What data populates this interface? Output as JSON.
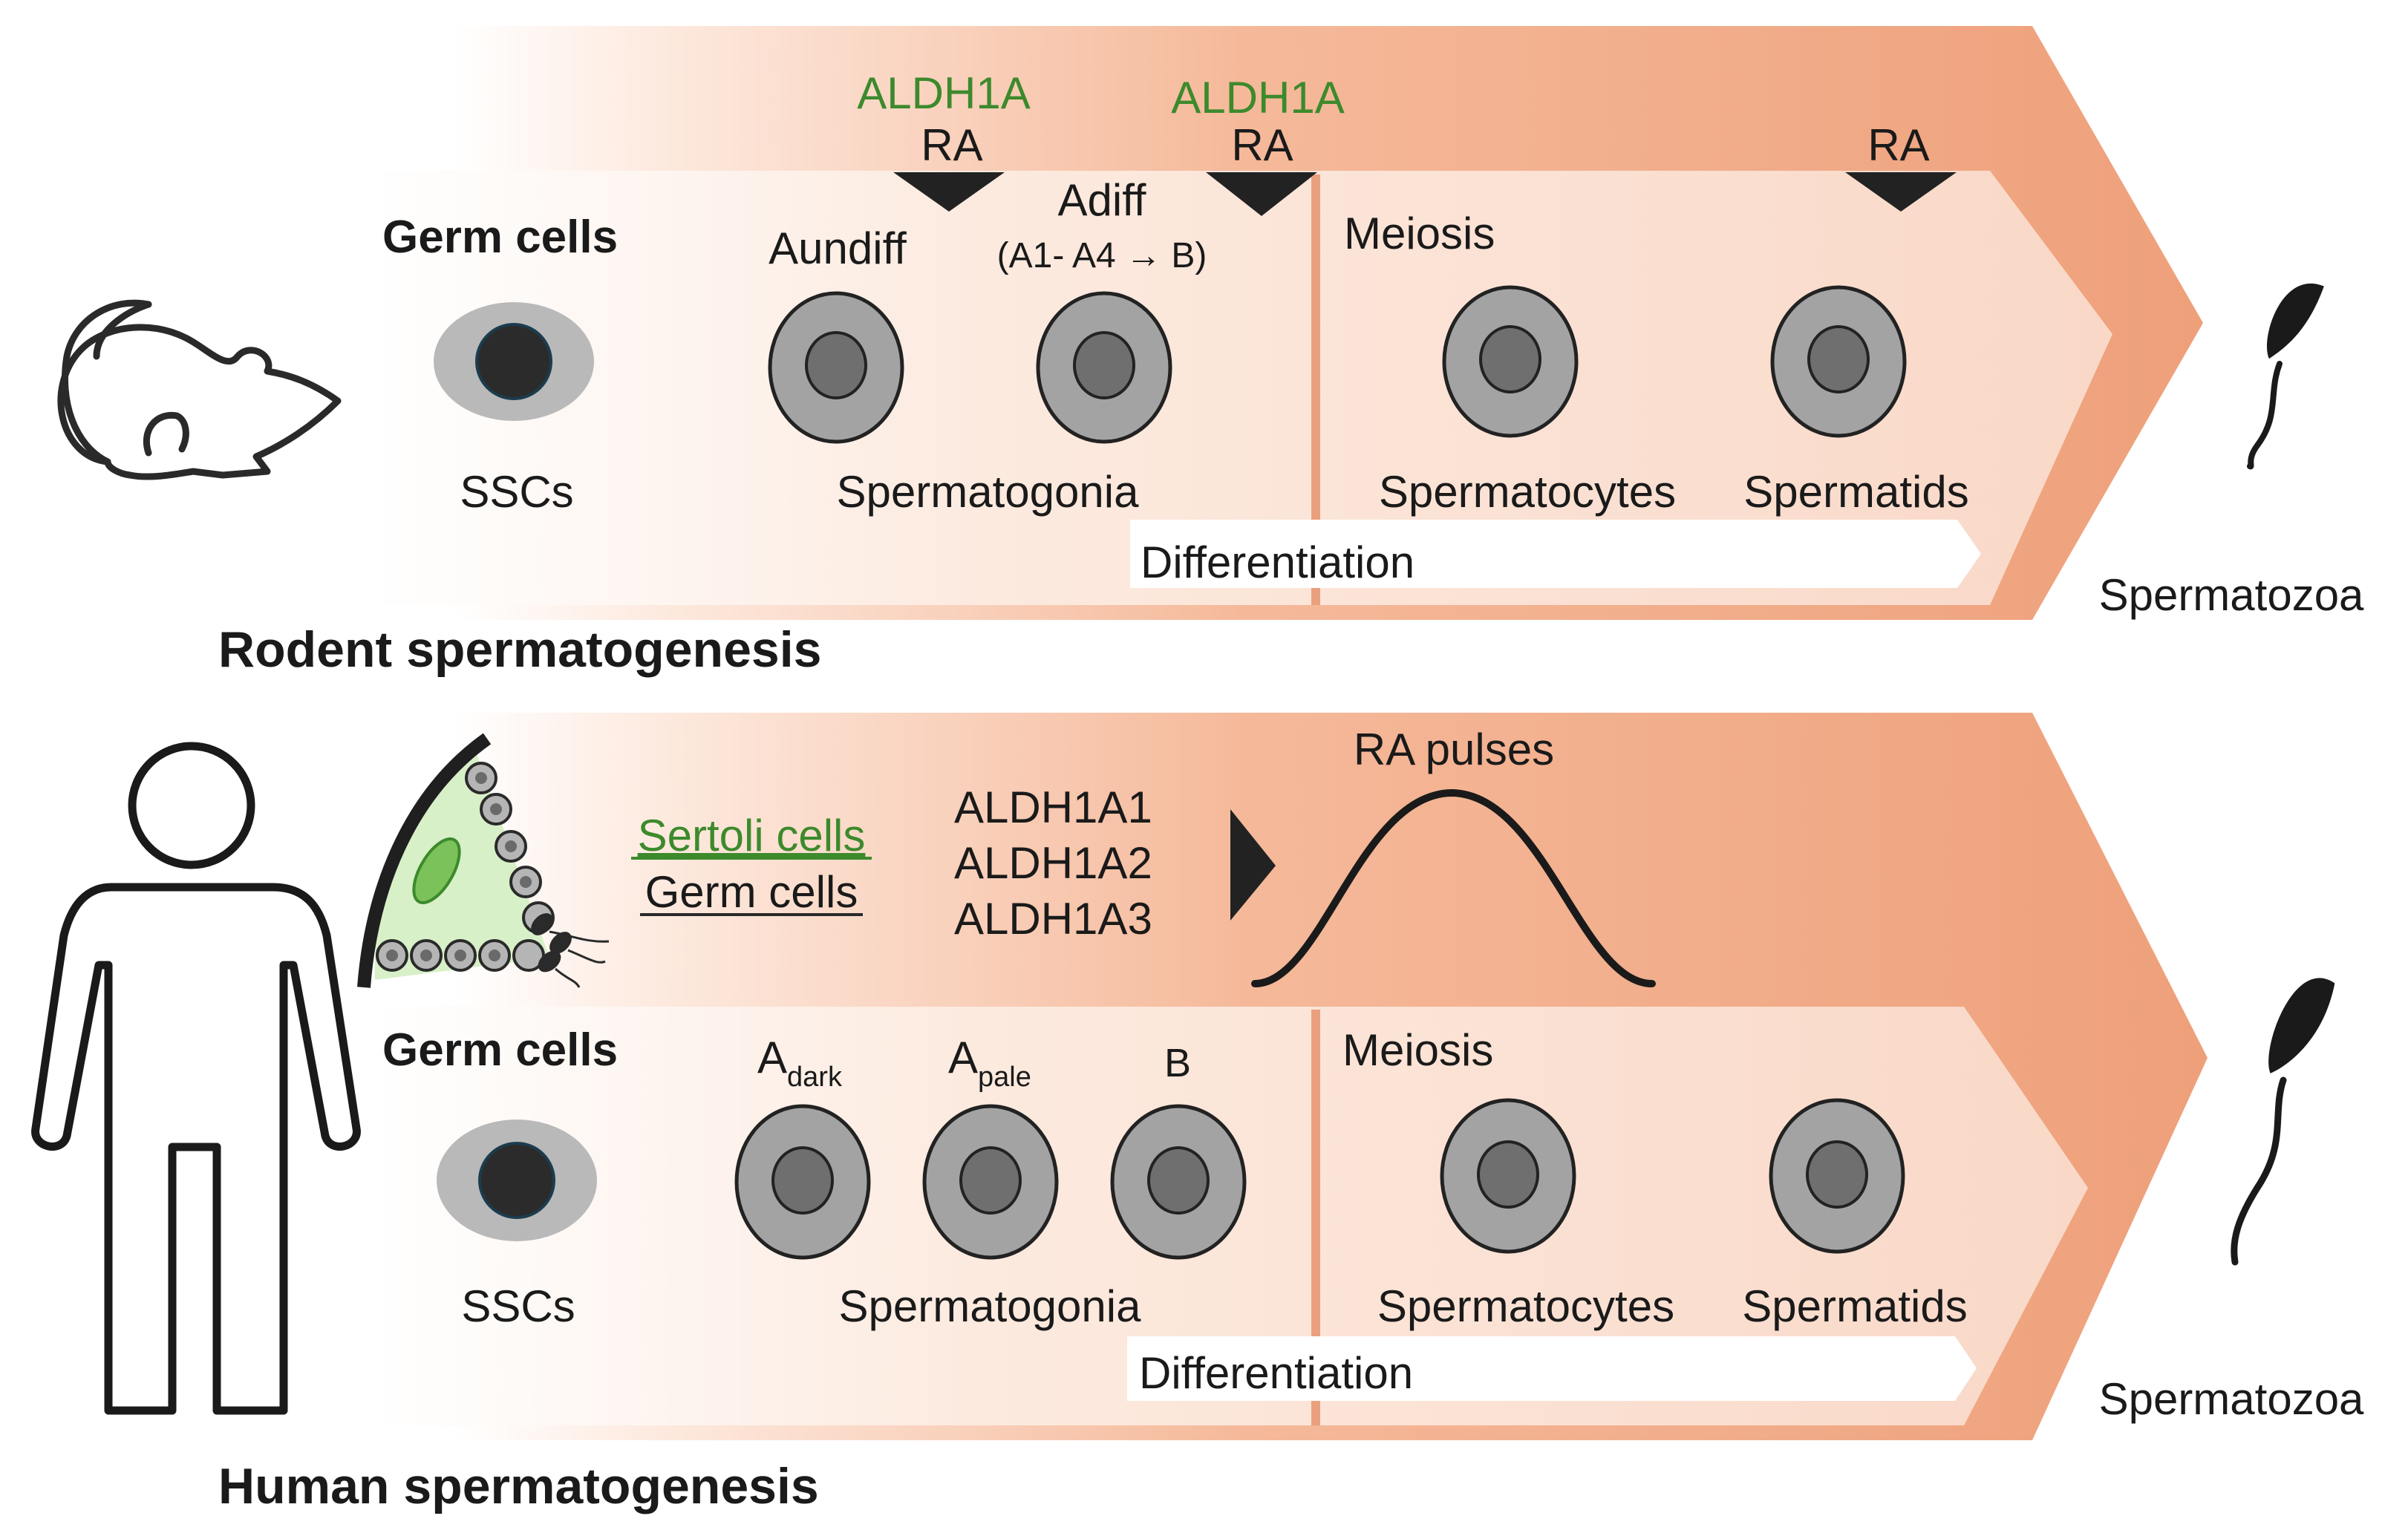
{
  "rodent": {
    "title": "Rodent spermatogenesis",
    "germ_cells_label": "Germ cells",
    "enzyme_1": "ALDH1A",
    "enzyme_2": "ALDH1A",
    "ra_1": "RA",
    "ra_2": "RA",
    "ra_3": "RA",
    "aundiff": "Aundiff",
    "adiff": "Adiff",
    "adiff_detail": "(A1- A4 → B)",
    "meiosis": "Meiosis",
    "ssc": "SSCs",
    "spermatogonia": "Spermatogonia",
    "spermatocytes": "Spermatocytes",
    "spermatids": "Spermatids",
    "differentiation": "Differentiation",
    "spermatozoa": "Spermatozoa"
  },
  "human": {
    "title": "Human spermatogenesis",
    "germ_cells_label": "Germ cells",
    "sertoli_legend": "Sertoli cells",
    "germ_legend": "Germ cells",
    "enzymes": [
      "ALDH1A1",
      "ALDH1A2",
      "ALDH1A3"
    ],
    "ra_pulses": "RA pulses",
    "adark_base": "A",
    "adark_sub": "dark",
    "apale_base": "A",
    "apale_sub": "pale",
    "b_label": "B",
    "meiosis": "Meiosis",
    "ssc": "SSCs",
    "spermatogonia": "Spermatogonia",
    "spermatocytes": "Spermatocytes",
    "spermatids": "Spermatids",
    "differentiation": "Differentiation",
    "spermatozoa": "Spermatozoa"
  },
  "colors": {
    "arrow_outer": "#eea07a",
    "arrow_inner": "#f9d8c7",
    "cell_fill": "#a3a3a3",
    "cell_nucleus": "#6f6f6f",
    "ssc_nucleus": "#2a2a2a",
    "green_text": "#3c8a2c",
    "sertoli_fill": "#d8f0c8"
  }
}
